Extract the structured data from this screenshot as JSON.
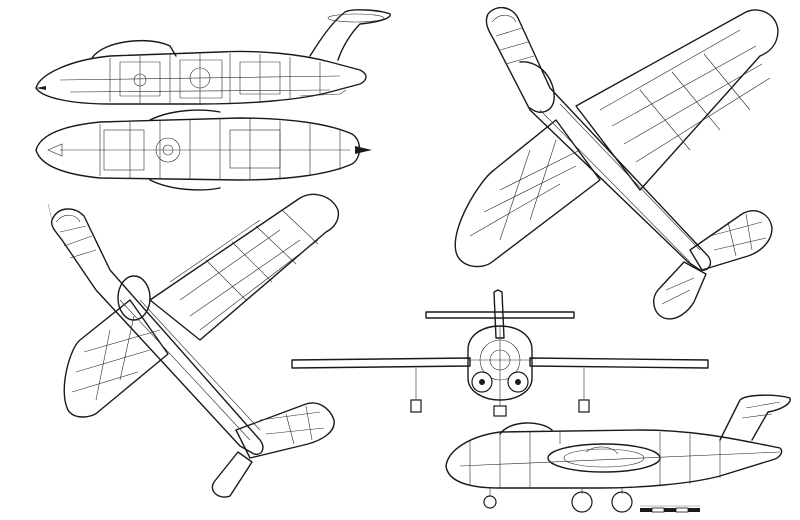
{
  "drawing": {
    "type": "three-view aircraft drawing",
    "views": [
      {
        "id": "side-cutaway",
        "label": ""
      },
      {
        "id": "top-cutaway",
        "label": ""
      },
      {
        "id": "planform-lower",
        "label": ""
      },
      {
        "id": "planform-upper",
        "label": ""
      },
      {
        "id": "front",
        "label": ""
      },
      {
        "id": "side",
        "label": ""
      }
    ],
    "scale_bar": {
      "segments": 5
    },
    "colors": {
      "ink": "#1a1a1a",
      "paper": "#ffffff"
    }
  }
}
